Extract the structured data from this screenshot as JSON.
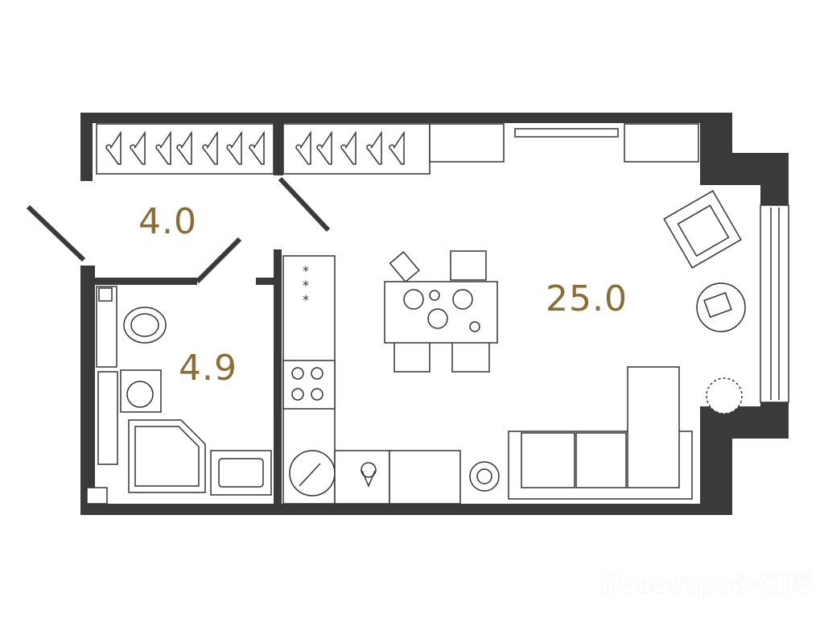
{
  "rooms": [
    {
      "name": "hall",
      "area": "4.0"
    },
    {
      "name": "bathroom",
      "area": "4.9"
    },
    {
      "name": "living-room",
      "area": "25.0"
    }
  ],
  "watermark": "Новострой-СПб",
  "colors": {
    "wall": "#3a3a3a",
    "area_label": "#8b6d33",
    "line": "#333333"
  }
}
